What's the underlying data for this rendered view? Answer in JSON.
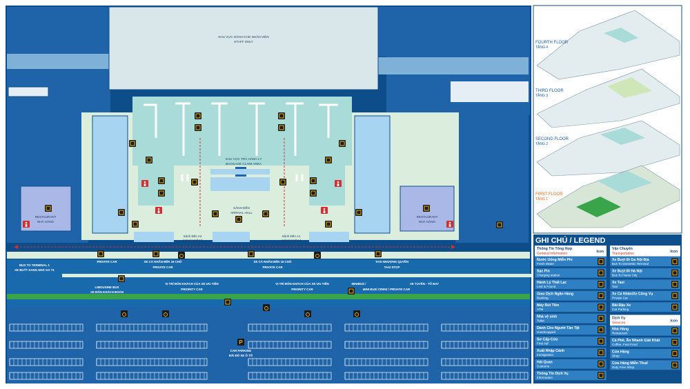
{
  "colors": {
    "frame": "#0d4d8a",
    "sea": "#1f64a8",
    "terminal_light": "#dbeedd",
    "baggage": "#a9dbd8",
    "pale_blue": "#a7d4f1",
    "staff_area": "#d9e7eb",
    "road": "#1969ad",
    "restaurant": "#a9b8e6",
    "icon_bg": "#1a1a1a",
    "icon_fg": "#f2b21a",
    "red_icon": "#d32f2f",
    "legend_bg": "#0f4f8c",
    "legend_row": "#2f7fc3",
    "grass": "#3aa44a"
  },
  "map": {
    "staff_area": {
      "vi": "KHU VỰC DÀNH CHO NHÂN VIÊN",
      "en": "STAFF ONLY"
    },
    "baggage_claim": {
      "vi": "KHU VỰC TRẢ HÀNH LÝ",
      "en": "BAGGAGE CLAIM AREA"
    },
    "dfs": "dfs",
    "arrival_hall": {
      "vi": "SẢNH ĐẾN",
      "en": "ARRIVAL HALL"
    },
    "hall_a2": {
      "vi": "Sảnh Đến A2",
      "en": "Arrival Hall A2"
    },
    "hall_a1": {
      "vi": "Sảnh Đến A1",
      "en": "Arrival Hall A1"
    },
    "restaurant_left": {
      "en": "RESTAURANT",
      "vi": "NHÀ HÀNG"
    },
    "restaurant_right": {
      "en": "RESTAURANT",
      "vi": "NHÀ HÀNG"
    },
    "car_parking": {
      "en": "CAR PARKING",
      "vi": "BÃI ĐỖ XE Ô TÔ"
    },
    "roads": {
      "private_car_1": "PRIVATE CAR",
      "xe_ca_nhan_1": "XE CÁ NHÂN\nĐẾN 16 CHỖ",
      "private_car_2": "PRIVATE CAR",
      "xe_ca_nhan_2": "XE CÁ NHÂN ĐẾN 16 CHỖ",
      "private_car_3": "PRIVATE CAR",
      "taxi_quyen": "TAXI NHƯỢNG QUYỀN",
      "taxi_stop": "TAXI STOP",
      "bus_to_terminal": "BUS TO TERMINAL 1",
      "xe_buyt_sang_ga": "XE BUÝT SANG NHÀ GA T1",
      "priority_car_vi_1": "VỊ TRÍ ĐÓN KHÁCH CỦA XE ƯU TIÊN",
      "priority_car_1": "PRIORITY CAR",
      "priority_car_vi_2": "VỊ TRÍ ĐÓN KHÁCH CỦA XE ƯU TIÊN",
      "priority_car_2": "PRIORITY CAR",
      "limousine": "LIMOUSINE BUS",
      "xe_don_khach_doan": "XE ĐÓN KHÁCH ĐOÀN",
      "minibus": "MINIBUS /",
      "minibus_crew": "MINI BUS/ CREW / PRIVATE CAR",
      "xe_tuyen": "XE TUYẾN - TỔ BAY"
    }
  },
  "floors": [
    {
      "en": "FOURTH FLOOR",
      "vi": "TẦNG 4",
      "highlight": false
    },
    {
      "en": "THIRD FLOOR",
      "vi": "TẦNG 3",
      "highlight": false
    },
    {
      "en": "SECOND FLOOR",
      "vi": "TẦNG 2",
      "highlight": false
    },
    {
      "en": "FIRST FLOOR",
      "vi": "TẦNG 1",
      "highlight": true
    }
  ],
  "legend": {
    "title": "GHI CHÚ / LEGEND",
    "icon_header": "Icon",
    "left_header": {
      "vi": "Thông Tin Tổng Hợp",
      "en": "General Information"
    },
    "left_items": [
      {
        "vi": "Nước Uống Miễn Phí",
        "en": "Fresh Water",
        "icon": "water-icon"
      },
      {
        "vi": "Sạc Pin",
        "en": "Charging station",
        "icon": "charging-icon"
      },
      {
        "vi": "Hành Lý Thất Lạc",
        "en": "Lost & Found",
        "icon": "lost-found-icon"
      },
      {
        "vi": "Giao Dịch Ngân Hàng",
        "en": "Banking",
        "icon": "bank-icon"
      },
      {
        "vi": "Máy Rút Tiền",
        "en": "ATM",
        "icon": "atm-icon"
      },
      {
        "vi": "Nhà vệ sinh",
        "en": "Toilet",
        "icon": "toilet-icon"
      },
      {
        "vi": "Dành Cho Người Tàn Tật",
        "en": "Handicapped",
        "icon": "wheelchair-icon"
      },
      {
        "vi": "Sơ Cấp Cứu",
        "en": "First Aid",
        "icon": "first-aid-icon"
      },
      {
        "vi": "Xuất Nhập Cảnh",
        "en": "Immigration",
        "icon": "immigration-icon"
      },
      {
        "vi": "Hải Quan",
        "en": "Customs",
        "icon": "customs-icon"
      },
      {
        "vi": "Thông Tin Dịch Vụ",
        "en": "Information",
        "icon": "info-icon"
      }
    ],
    "right_header": {
      "vi": "Vận Chuyển",
      "en": "Transportation"
    },
    "right_items": [
      {
        "vi": "Xe Buýt Đi Ga Nội Địa",
        "en": "Bus To Domestic Terminal",
        "icon": "bus-icon"
      },
      {
        "vi": "Xe Buýt Đi Hà Nội",
        "en": "Bus To Hanoi City",
        "icon": "bus-icon"
      },
      {
        "vi": "Xe Taxi",
        "en": "Taxi",
        "icon": "taxi-icon"
      },
      {
        "vi": "Xe Cá Nhân/Xe Công Vụ",
        "en": "Private Car",
        "icon": "car-icon"
      },
      {
        "vi": "Bãi Đậu Xe",
        "en": "Car Parking",
        "icon": "parking-icon"
      }
    ],
    "services_header": {
      "vi": "Dịch Vụ",
      "en": "Services"
    },
    "services_items": [
      {
        "vi": "Nhà Hàng",
        "en": "Restaurant",
        "icon": "restaurant-icon"
      },
      {
        "vi": "Cà Phê, Ăn Nhanh Giải Khát",
        "en": "Coffee, Fast Food",
        "icon": "coffee-icon"
      },
      {
        "vi": "Cửa Hàng",
        "en": "Shop",
        "icon": "shop-icon"
      },
      {
        "vi": "Cửa Hàng Miễn Thuế",
        "en": "Duty Free Shop",
        "icon": "duty-free-icon"
      }
    ]
  }
}
